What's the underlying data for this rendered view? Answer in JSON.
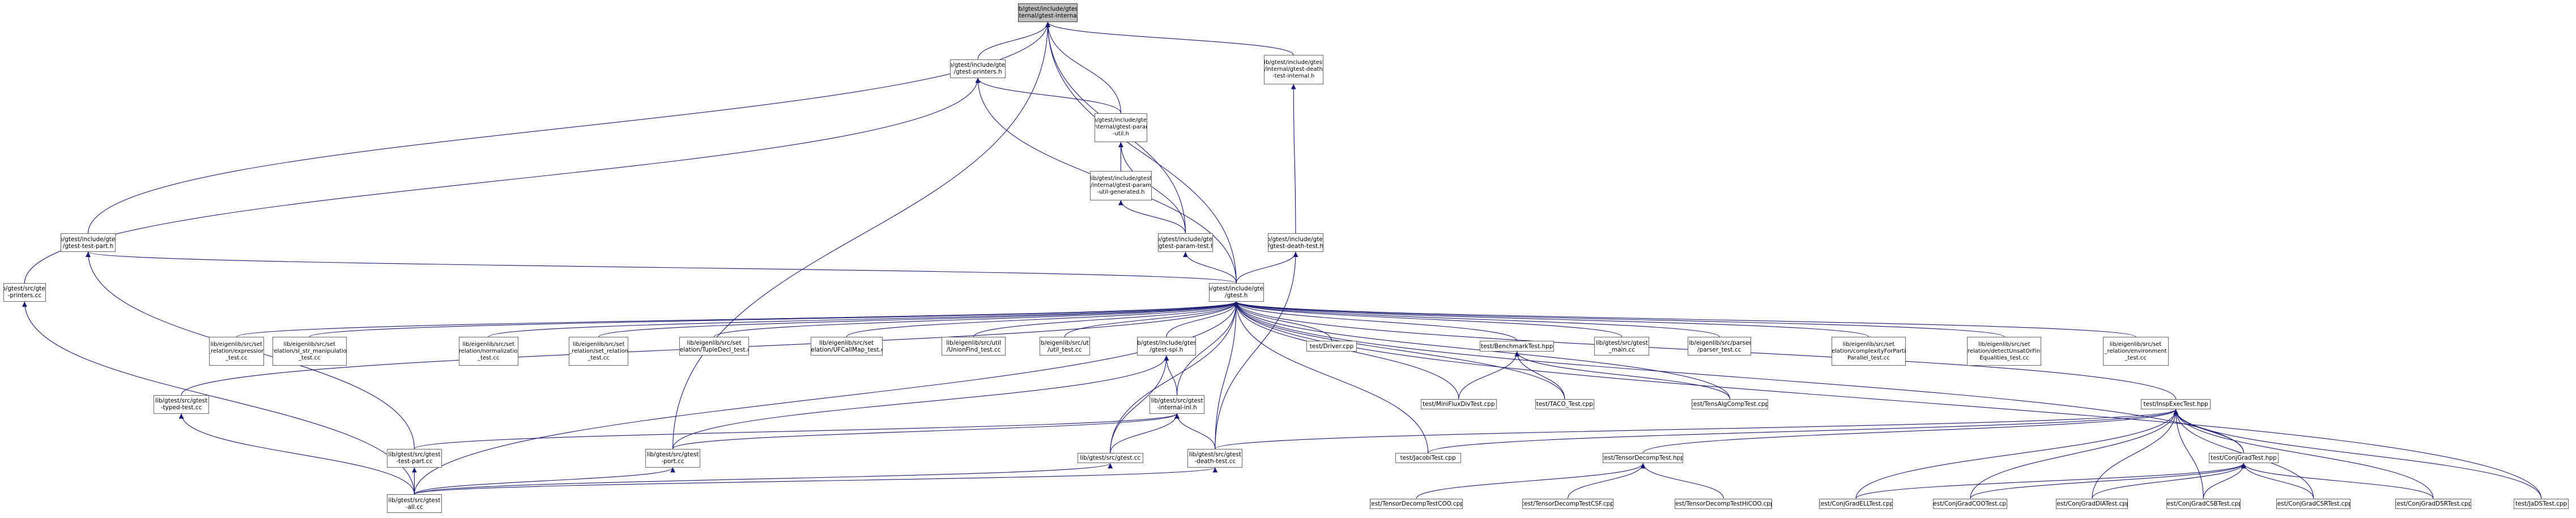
{
  "diagram": {
    "edge_color": "#191970",
    "root_fill": "#bfbfbf",
    "node_border": "#666666",
    "nodes": [
      {
        "id": "n0",
        "label": "lib/gtest/include/gtest\n/internal/gtest-internal.h"
      },
      {
        "id": "n1",
        "label": "lib/gtest/include/gtest\n/gtest-printers.h"
      },
      {
        "id": "n2",
        "label": "lib/gtest/include/gtest\n/internal/gtest-death\n-test-internal.h"
      },
      {
        "id": "n3",
        "label": "lib/gtest/include/gtest\n/internal/gtest-param\n-util.h"
      },
      {
        "id": "n4",
        "label": "lib/gtest/include/gtest\n/internal/gtest-param\n-util-generated.h"
      },
      {
        "id": "n5",
        "label": "lib/gtest/include/gtest\n/gtest-test-part.h"
      },
      {
        "id": "n6",
        "label": "lib/gtest/include/gtest\n/gtest-param-test.h"
      },
      {
        "id": "n7",
        "label": "lib/gtest/include/gtest\n/gtest-death-test.h"
      },
      {
        "id": "n8",
        "label": "lib/gtest/src/gtest\n-printers.cc"
      },
      {
        "id": "n9",
        "label": "lib/gtest/include/gtest\n/gtest.h"
      },
      {
        "id": "n10",
        "label": "lib/eigenlib/src/set\n_relation/expression\n_test.cc"
      },
      {
        "id": "n11",
        "label": "lib/eigenlib/src/set\n_relation/sl_str_manipulation\n_test.cc"
      },
      {
        "id": "n12",
        "label": "lib/eigenlib/src/set\n_relation/normalization\n_test.cc"
      },
      {
        "id": "n13",
        "label": "lib/eigenlib/src/set\n_relation/set_relation\n_test.cc"
      },
      {
        "id": "n14",
        "label": "lib/eigenlib/src/set\n_relation/TupleDecl_test.cc"
      },
      {
        "id": "n15",
        "label": "lib/eigenlib/src/set\n_relation/UFCallMap_test.cc"
      },
      {
        "id": "n16",
        "label": "lib/eigenlib/src/util\n/UnionFind_test.cc"
      },
      {
        "id": "n17",
        "label": "lib/eigenlib/src/util\n/util_test.cc"
      },
      {
        "id": "n18",
        "label": "lib/gtest/include/gtest\n/gtest-spi.h"
      },
      {
        "id": "n19",
        "label": "test/Driver.cpp"
      },
      {
        "id": "n20",
        "label": "test/BenchmarkTest.hpp"
      },
      {
        "id": "n21",
        "label": "lib/gtest/src/gtest\n_main.cc"
      },
      {
        "id": "n22",
        "label": "lib/eigenlib/src/parser\n/parser_test.cc"
      },
      {
        "id": "n23",
        "label": "lib/eigenlib/src/set\n_relation/complexityForPartial\nParallel_test.cc"
      },
      {
        "id": "n24",
        "label": "lib/eigenlib/src/set\n_relation/detectUnsatOrFind\nEqualities_test.cc"
      },
      {
        "id": "n25",
        "label": "lib/eigenlib/src/set\n_relation/environment\n_test.cc"
      },
      {
        "id": "n26",
        "label": "lib/gtest/src/gtest\n-typed-test.cc"
      },
      {
        "id": "n27",
        "label": "lib/gtest/src/gtest\n-internal-inl.h"
      },
      {
        "id": "n28",
        "label": "test/MiniFluxDivTest.cpp"
      },
      {
        "id": "n29",
        "label": "test/TACO_Test.cpp"
      },
      {
        "id": "n30",
        "label": "test/TensAlgCompTest.cpp"
      },
      {
        "id": "n31",
        "label": "test/InspExecTest.hpp"
      },
      {
        "id": "n32",
        "label": "lib/gtest/src/gtest\n-test-part.cc"
      },
      {
        "id": "n33",
        "label": "lib/gtest/src/gtest\n-port.cc"
      },
      {
        "id": "n34",
        "label": "lib/gtest/src/gtest.cc"
      },
      {
        "id": "n35",
        "label": "lib/gtest/src/gtest\n-death-test.cc"
      },
      {
        "id": "n36",
        "label": "test/JacobiTest.cpp"
      },
      {
        "id": "n37",
        "label": "test/TensorDecompTest.hpp"
      },
      {
        "id": "n38",
        "label": "test/ConjGradTest.hpp"
      },
      {
        "id": "n39",
        "label": "lib/gtest/src/gtest\n-all.cc"
      },
      {
        "id": "n40",
        "label": "test/TensorDecompTestCOO.cpp"
      },
      {
        "id": "n41",
        "label": "test/TensorDecompTestCSF.cpp"
      },
      {
        "id": "n42",
        "label": "test/TensorDecompTestHiCOO.cpp"
      },
      {
        "id": "n43",
        "label": "test/ConjGradELLTest.cpp"
      },
      {
        "id": "n44",
        "label": "test/ConjGradCOOTest.cpp"
      },
      {
        "id": "n45",
        "label": "test/ConjGradDIATest.cpp"
      },
      {
        "id": "n46",
        "label": "test/ConjGradCSBTest.cpp"
      },
      {
        "id": "n47",
        "label": "test/ConjGradCSRTest.cpp"
      },
      {
        "id": "n48",
        "label": "test/ConjGradDSRTest.cpp"
      },
      {
        "id": "n49",
        "label": "test/JaDSTest.cpp"
      }
    ]
  }
}
